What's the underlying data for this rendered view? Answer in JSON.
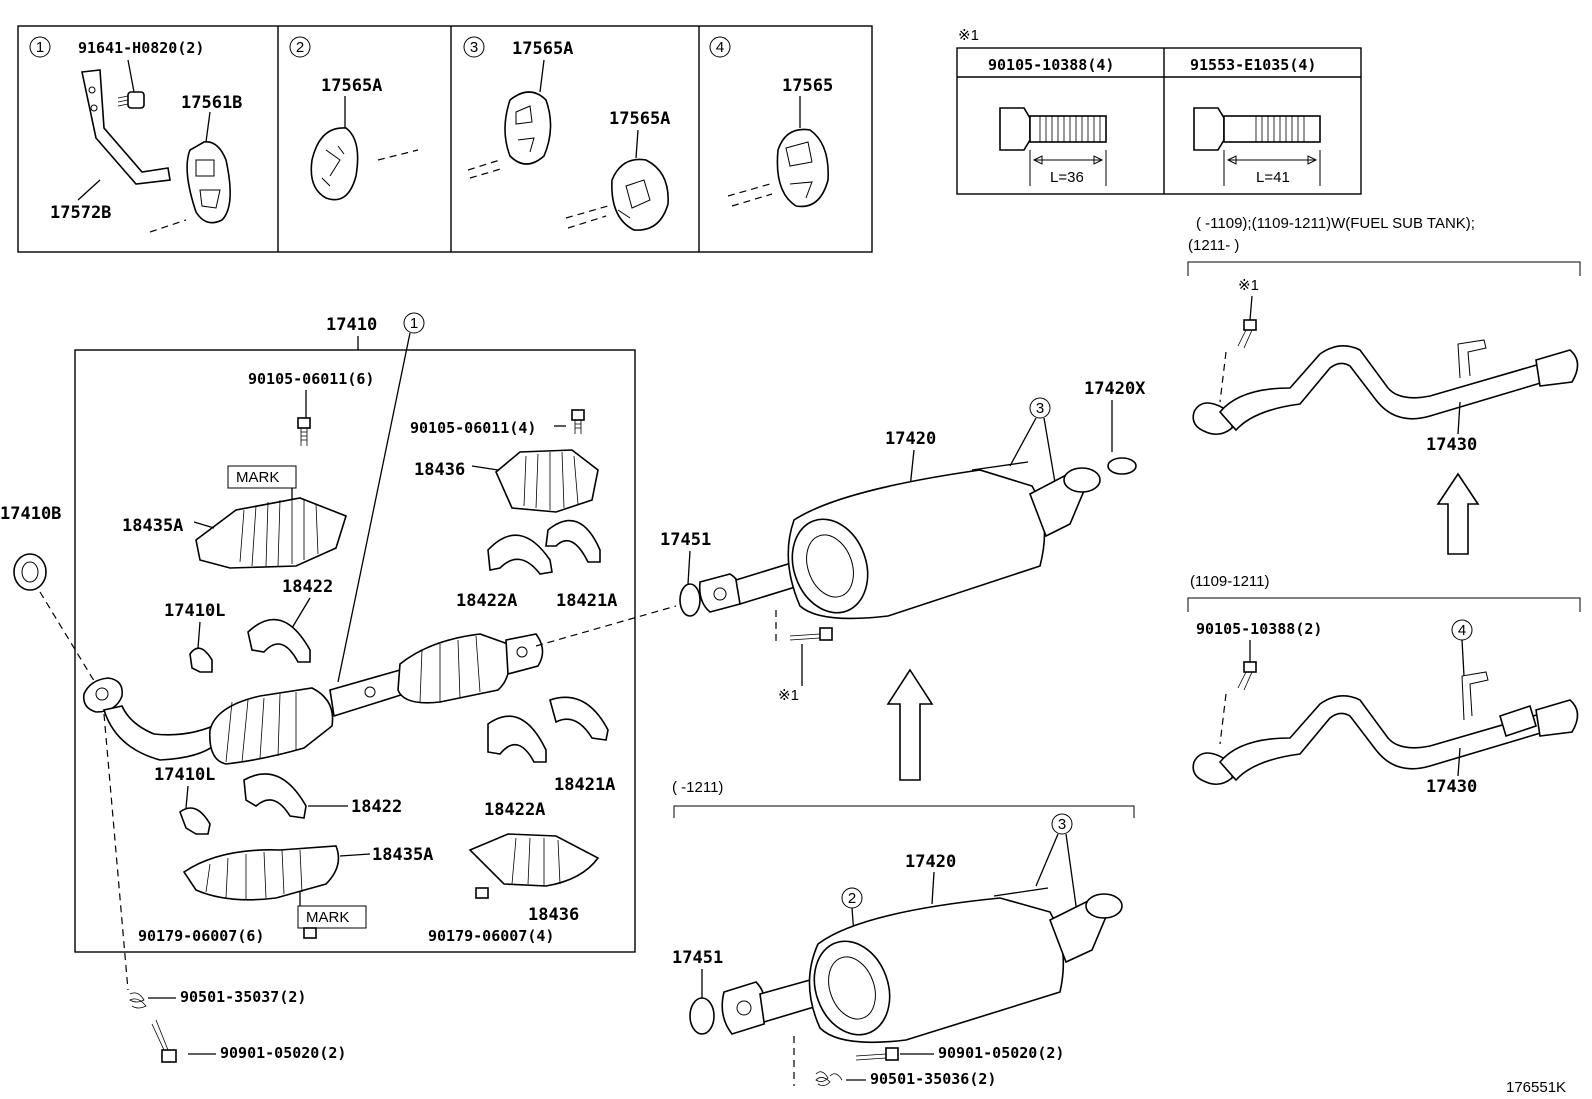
{
  "inset_boxes": {
    "box1": {
      "circle": "1",
      "parts": [
        "91641-H0820(2)",
        "17561B",
        "17572B"
      ]
    },
    "box2": {
      "circle": "2",
      "parts": [
        "17565A"
      ]
    },
    "box3": {
      "circle": "3",
      "parts": [
        "17565A",
        "17565A"
      ]
    },
    "box4": {
      "circle": "4",
      "parts": [
        "17565"
      ]
    }
  },
  "bolt_table": {
    "mark": "※1",
    "col1": {
      "part": "90105-10388(4)",
      "length": "L=36"
    },
    "col2": {
      "part": "91553-E1035(4)",
      "length": "L=41"
    }
  },
  "main_assembly": {
    "label": "17410",
    "circle": "1",
    "parts": {
      "p1": "90105-06011(6)",
      "p2": "90105-06011(4)",
      "p3": "18436",
      "mark1": "MARK",
      "p4": "18435A",
      "p5": "17410B",
      "p6": "18422",
      "p7": "18422A",
      "p8": "18421A",
      "p9": "17410L",
      "p10": "17410L",
      "p11": "18422",
      "p12": "18422A",
      "p13": "18421A",
      "p14": "18435A",
      "mark2": "MARK",
      "p15": "18436",
      "p16": "90179-06007(6)",
      "p17": "90179-06007(4)",
      "p18": "90501-35037(2)",
      "p19": "90901-05020(2)"
    }
  },
  "muffler_upper": {
    "p1": "17420",
    "p2": "17420X",
    "p3": "17451",
    "circle": "3",
    "mark": "※1"
  },
  "muffler_lower": {
    "note": "(       -1211)",
    "p1": "17420",
    "p2": "17451",
    "circle2": "2",
    "circle3": "3",
    "p3": "90901-05020(2)",
    "p4": "90501-35036(2)"
  },
  "tailpipe_upper": {
    "note1": "(       -1109);(1109-1211)W(FUEL SUB TANK);",
    "note2": "(1211-       )",
    "mark": "※1",
    "part": "17430"
  },
  "tailpipe_lower": {
    "note": "(1109-1211)",
    "bolt": "90105-10388(2)",
    "circle": "4",
    "part": "17430"
  },
  "diagram_id": "176551K"
}
